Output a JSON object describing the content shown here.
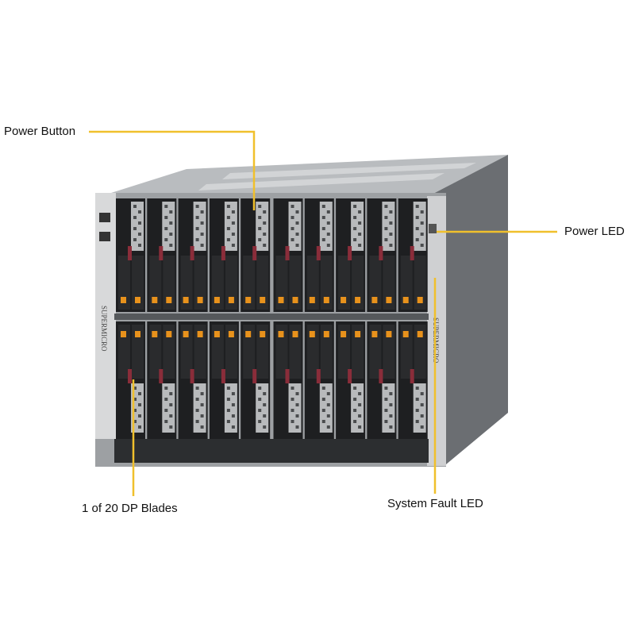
{
  "callouts": {
    "power_button": "Power Button",
    "power_led": "Power LED",
    "system_fault_led": "System Fault LED",
    "blades": "1 of 20 DP Blades"
  },
  "brand_text": "SUPERMICRO",
  "blade_count": 20,
  "blades_per_row": 10,
  "colors": {
    "callout": "#f0c02c",
    "accent_orange": "#e8921c",
    "handle": "#8a2d3a"
  }
}
